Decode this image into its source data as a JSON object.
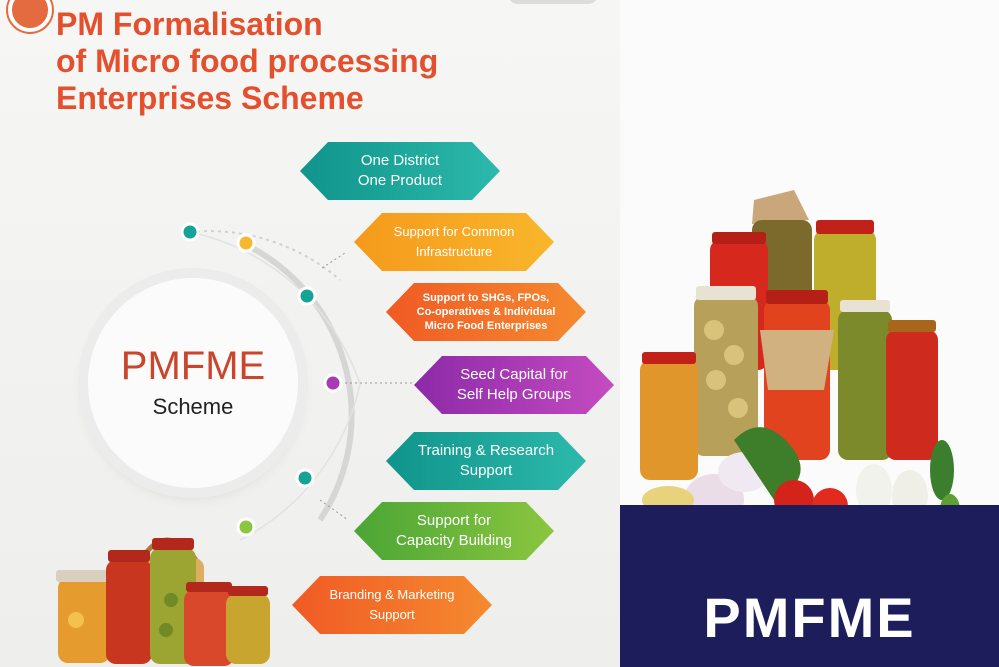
{
  "title": {
    "line1": "PM Formalisation",
    "line2": "of Micro food processing",
    "line3": "Enterprises Scheme"
  },
  "hub": {
    "name": "PMFME",
    "subtitle": "Scheme"
  },
  "components": [
    {
      "line1": "One District",
      "line2": "One Product",
      "color": "#1aa89d"
    },
    {
      "line1": "Support for Common",
      "line2": "Infrastructure",
      "color": "#f6a623"
    },
    {
      "line1": "Support to SHGs, FPOs,",
      "line2": "Co-operatives & Individual",
      "line3": "Micro Food Enterprises",
      "color": "#f26a2a"
    },
    {
      "line1": "Seed Capital for",
      "line2": "Self Help Groups",
      "color": "#a63bb4"
    },
    {
      "line1": "Training & Research",
      "line2": "Support",
      "color": "#1aa89d"
    },
    {
      "line1": "Support for",
      "line2": "Capacity Building",
      "color": "#6bb93a"
    },
    {
      "line1": "Branding & Marketing",
      "line2": "Support",
      "color": "#f26a2a"
    }
  ],
  "banner": {
    "brand": "PMFME",
    "accent": "#1d1d5b"
  },
  "colors": {
    "title": "#e4502e",
    "hub_text": "#c9452c"
  }
}
